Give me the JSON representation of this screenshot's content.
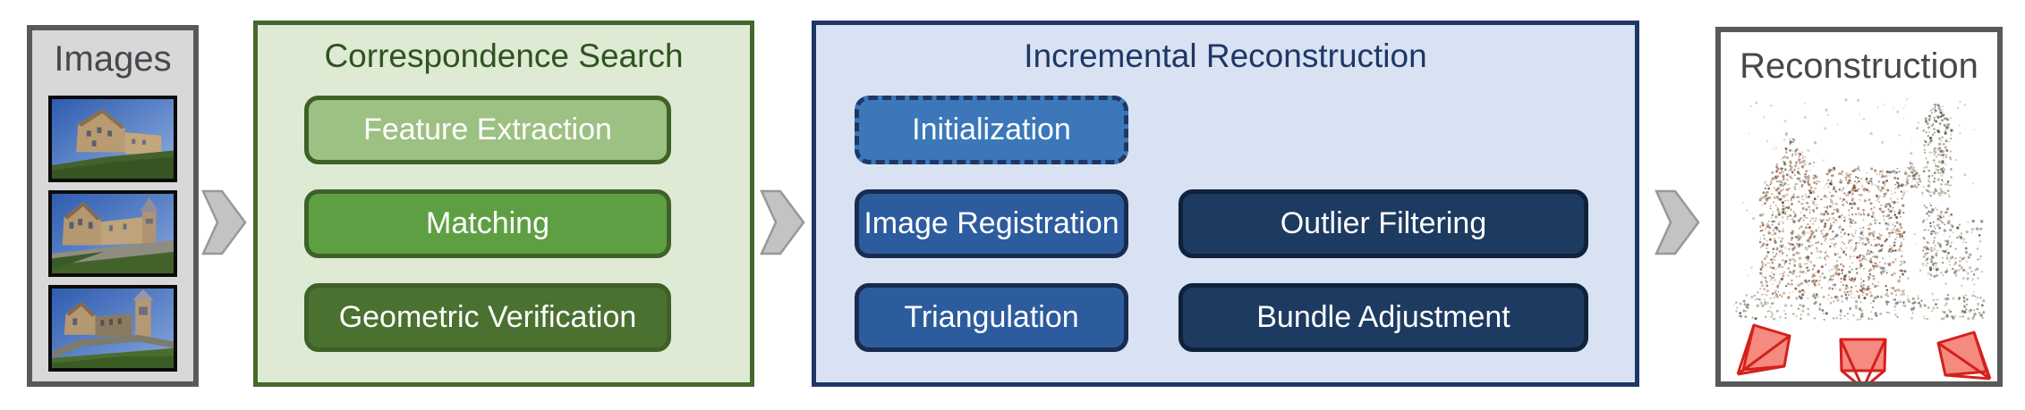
{
  "panels": {
    "images": {
      "title": "Images"
    },
    "correspondence_search": {
      "title": "Correspondence Search",
      "steps": [
        {
          "label": "Feature Extraction"
        },
        {
          "label": "Matching"
        },
        {
          "label": "Geometric Verification"
        }
      ]
    },
    "incremental_reconstruction": {
      "title": "Incremental Reconstruction",
      "steps": [
        {
          "label": "Initialization"
        },
        {
          "label": "Image Registration"
        },
        {
          "label": "Triangulation"
        },
        {
          "label": "Outlier Filtering"
        },
        {
          "label": "Bundle Adjustment"
        }
      ]
    },
    "reconstruction": {
      "title": "Reconstruction"
    }
  },
  "icons": {
    "flow_arrows": [
      "images-to-correspondence-arrow",
      "correspondence-to-incremental-arrow",
      "incremental-to-reconstruction-arrow"
    ],
    "camera_frustums": [
      "camera-frustum-left",
      "camera-frustum-middle",
      "camera-frustum-right"
    ]
  },
  "colors": {
    "panel_gray_bg": "#d8d8d8",
    "panel_gray_border": "#58595b",
    "green_panel_bg": "#deead4",
    "green_panel_border": "#44682c",
    "green_title": "#2e5420",
    "step_feature_extraction": "#9dc083",
    "step_matching": "#5f9f44",
    "step_geometric_verification": "#4a7130",
    "blue_panel_bg": "#d8e2f2",
    "blue_panel_border": "#1e3765",
    "step_initialization": "#3b77b9",
    "step_registration_triangulation": "#2d5c9e",
    "step_outlier_bundle": "#1d3a60",
    "flow_arrow_gray": "#c3c3c3",
    "frustum_red": "#d5201c"
  }
}
